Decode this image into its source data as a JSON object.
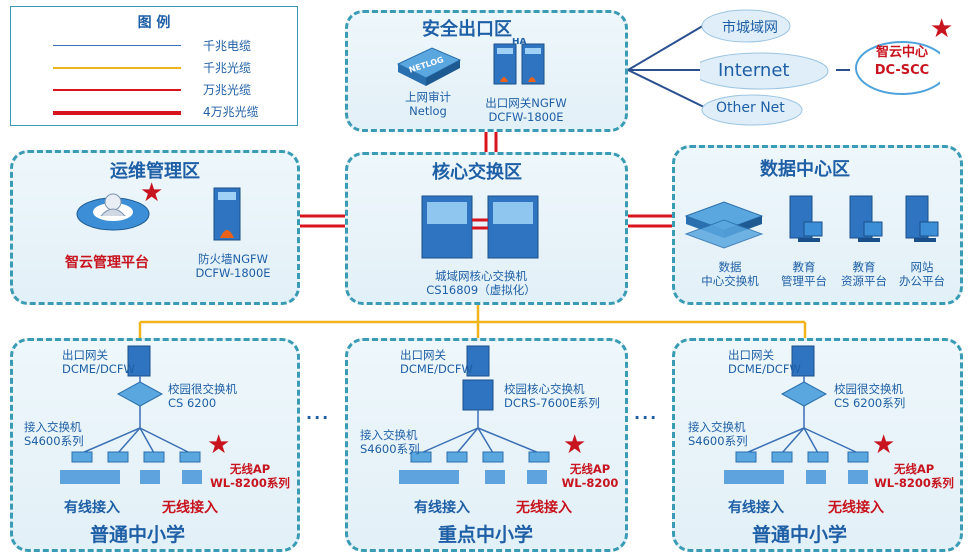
{
  "legend": {
    "title": "图 例",
    "items": [
      {
        "label": "千兆电缆",
        "color": "#3b6fb6",
        "weight": "thin"
      },
      {
        "label": "千兆光缆",
        "color": "#f0b51c",
        "weight": "thin"
      },
      {
        "label": "万兆光缆",
        "color": "#d8141e",
        "weight": "medium"
      },
      {
        "label": "4万兆光缆",
        "color": "#d8141e",
        "weight": "thick"
      }
    ]
  },
  "security_zone": {
    "title": "安全出口区",
    "netlog_label_1": "上网审计",
    "netlog_label_2": "Netlog",
    "netlog_device_text": "NETLOG",
    "ngfw_label_1": "出口网关NGFW",
    "ngfw_label_2": "DCFW-1800E",
    "ha_text": "HA"
  },
  "networks": {
    "metro": "市城域网",
    "internet": "Internet",
    "other": "Other Net",
    "dc_scc_1": "智云中心",
    "dc_scc_2": "DC-SCC"
  },
  "ops_zone": {
    "title": "运维管理区",
    "platform": "智云管理平台",
    "firewall_1": "防火墙NGFW",
    "firewall_2": "DCFW-1800E"
  },
  "core_zone": {
    "title": "核心交换区",
    "switch_1": "城域网核心交换机",
    "switch_2": "CS16809（虚拟化）"
  },
  "dc_zone": {
    "title": "数据中心区",
    "items": [
      {
        "line1": "数据",
        "line2": "中心交换机"
      },
      {
        "line1": "教育",
        "line2": "管理平台"
      },
      {
        "line1": "教育",
        "line2": "资源平台"
      },
      {
        "line1": "网站",
        "line2": "办公平台"
      }
    ]
  },
  "schools": [
    {
      "name": "普通中小学",
      "gateway_1": "出口网关",
      "gateway_2": "DCME/DCFW",
      "core_1": "校园很交换机",
      "core_2": "CS 6200",
      "access_1": "接入交换机",
      "access_2": "S4600系列",
      "ap_1": "无线AP",
      "ap_2": "WL-8200系列",
      "wired": "有线接入",
      "wireless": "无线接入"
    },
    {
      "name": "重点中小学",
      "gateway_1": "出口网关",
      "gateway_2": "DCME/DCFW",
      "core_1": "校园核心交换机",
      "core_2": "DCRS-7600E系列",
      "access_1": "接入交换机",
      "access_2": "S4600系列",
      "ap_1": "无线AP",
      "ap_2": "WL-8200",
      "wired": "有线接入",
      "wireless": "无线接入"
    },
    {
      "name": "普通中小学",
      "gateway_1": "出口网关",
      "gateway_2": "DCME/DCFW",
      "core_1": "校园很交换机",
      "core_2": "CS 6200系列",
      "access_1": "接入交换机",
      "access_2": "S4600系列",
      "ap_1": "无线AP",
      "ap_2": "WL-8200系列",
      "wired": "有线接入",
      "wireless": "无线接入"
    }
  ],
  "ellipsis": "···",
  "colors": {
    "title_blue": "#1f5fa6",
    "accent_red": "#c8141e",
    "border_teal": "#3a9bb4",
    "gigabit_fiber": "#f0b51c",
    "gigabit_cable": "#3b6fb6"
  }
}
